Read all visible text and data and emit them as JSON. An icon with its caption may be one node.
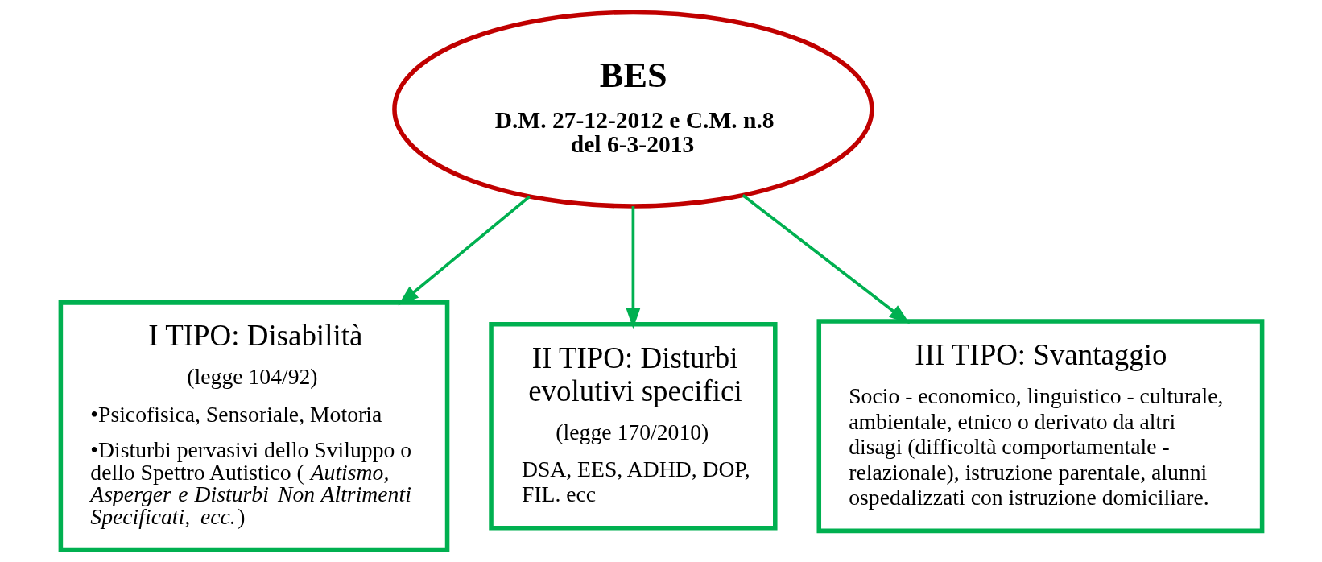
{
  "diagram": {
    "nodes": [
      {
        "text": [
          "BES",
          "D.M. 27-12-2012 e C.M. n.8 del 6-3-2013"
        ]
      },
      {
        "text": [
          "I TIPO: Disabilità",
          "(legge 104/92)",
          "•Psicofisica, Sensoriale, Motoria",
          "•Disturbi pervasivi dello Sviluppo o dello Spettro Autistico (*Autismo, Asperger e Disturbi Non Altrimenti Specificati, ecc.*)"
        ]
      },
      {
        "text": [
          "II TIPO: Disturbi evolutivi specifici",
          "(legge 170/2010)",
          "DSA, EES, ADHD, DOP, FIL. ecc"
        ]
      },
      {
        "text": [
          "III TIPO: Svantaggio",
          "Socio - economico, linguistico - culturale, ambientale, etnico o derivato da altri disagi (difficoltà comportamentale - relazionale), istruzione parentale, alunni ospedalizzati con istruzione domiciliare."
        ]
      }
    ],
    "edges": [
      {
        "from": 0,
        "to": 1,
        "arrow": "to",
        "color": "#00b050"
      },
      {
        "from": 0,
        "to": 2,
        "arrow": "to",
        "color": "#00b050"
      },
      {
        "from": 0,
        "to": 3,
        "arrow": "to",
        "color": "#00b050"
      }
    ]
  }
}
